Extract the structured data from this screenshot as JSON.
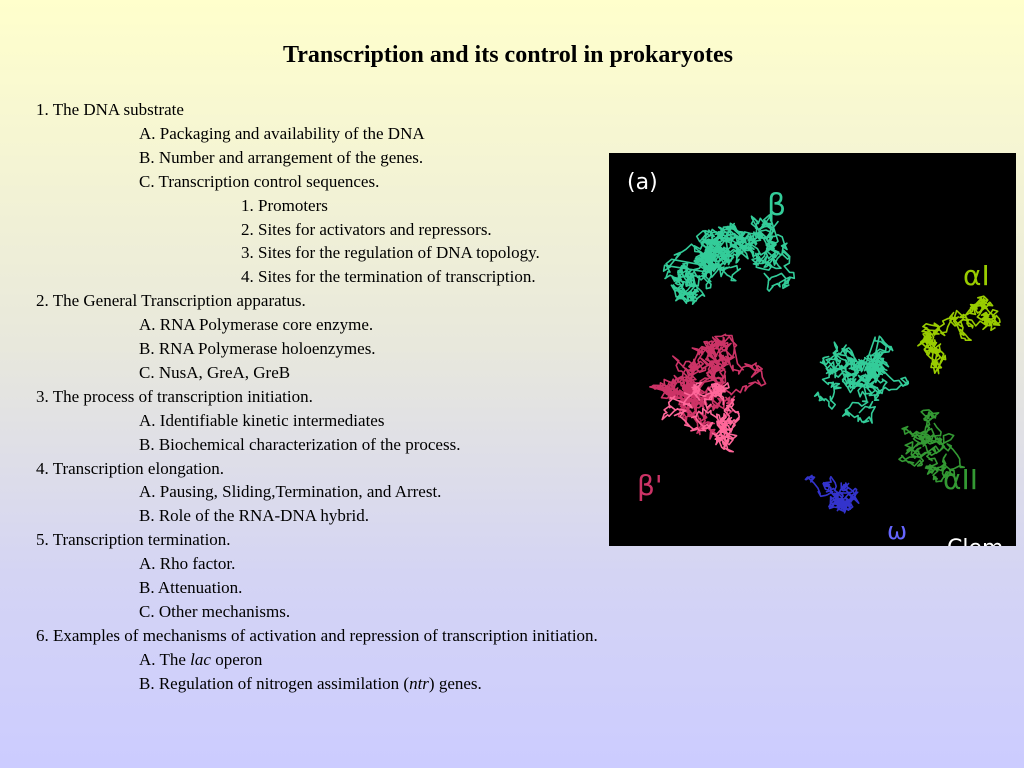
{
  "title": "Transcription and its control in prokaryotes",
  "outline": [
    {
      "level": 0,
      "text": "1.  The DNA substrate"
    },
    {
      "level": 1,
      "text": "A.  Packaging and availability of the DNA"
    },
    {
      "level": 1,
      "text": "B.  Number and arrangement of the genes."
    },
    {
      "level": 1,
      "text": "C.  Transcription control sequences."
    },
    {
      "level": 2,
      "text": "1.  Promoters"
    },
    {
      "level": 2,
      "text": "2.  Sites for activators and repressors."
    },
    {
      "level": 2,
      "text": "3.  Sites for the regulation of DNA topology."
    },
    {
      "level": 2,
      "text": "4.  Sites for the termination of transcription."
    },
    {
      "level": 0,
      "text": "2.  The General Transcription apparatus."
    },
    {
      "level": 1,
      "text": "A.  RNA Polymerase core enzyme."
    },
    {
      "level": 1,
      "text": "B.  RNA Polymerase holoenzymes."
    },
    {
      "level": 1,
      "text": "C.  NusA, GreA, GreB"
    },
    {
      "level": 0,
      "text": "3.  The process of transcription initiation."
    },
    {
      "level": 1,
      "text": "A.  Identifiable kinetic intermediates"
    },
    {
      "level": 1,
      "text": "B.  Biochemical characterization of the process."
    },
    {
      "level": 0,
      "text": "4.  Transcription elongation."
    },
    {
      "level": 1,
      "text": "A.  Pausing, Sliding,Termination, and Arrest."
    },
    {
      "level": 1,
      "text": "B.  Role of the RNA-DNA hybrid."
    },
    {
      "level": 0,
      "text": "5.  Transcription termination."
    },
    {
      "level": 1,
      "text": "A.  Rho factor."
    },
    {
      "level": 1,
      "text": "B.  Attenuation."
    },
    {
      "level": 1,
      "text": "C.  Other mechanisms."
    },
    {
      "level": 0,
      "text": "6. Examples of mechanisms of activation and repression of transcription initiation."
    },
    {
      "level": 1,
      "text": "A.  The ",
      "em": "lac",
      "after": " operon"
    },
    {
      "level": 1,
      "text": "B.  Regulation of nitrogen assimilation (",
      "em": "ntr",
      "after": ") genes."
    }
  ],
  "figure": {
    "panel_label": "(a)",
    "subunit_labels": {
      "beta": "β",
      "alpha1": "αI",
      "alpha2": "αII",
      "beta_prime": "β'",
      "omega": "ω"
    },
    "corner_text": "Clem",
    "colors": {
      "beta": "#33cc99",
      "alpha1": "#99cc00",
      "alpha2": "#339933",
      "beta_prime": "#cc3366",
      "omega": "#3333cc"
    }
  }
}
